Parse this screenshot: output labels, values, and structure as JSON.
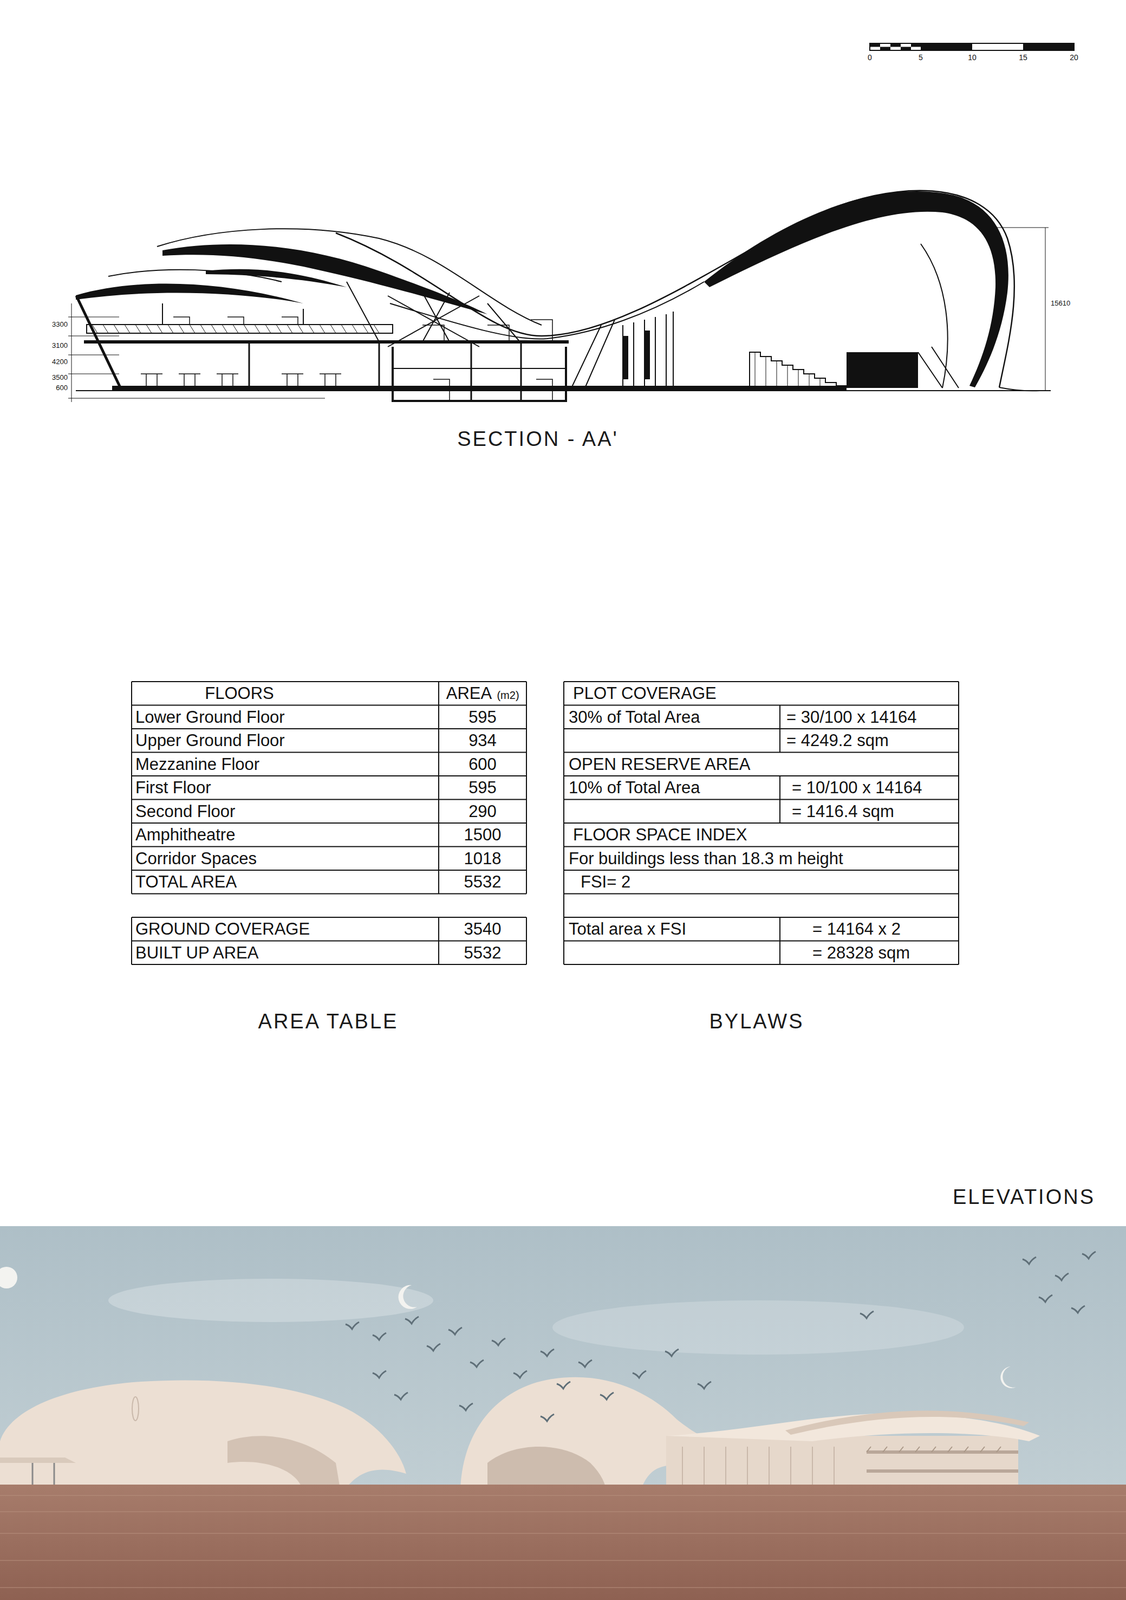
{
  "diagram": {
    "labels": [
      "0",
      "5",
      "10",
      "15",
      "20",
      "3300",
      "3100",
      "4200",
      "3500",
      "600",
      "15610",
      "SECTION - AA'",
      "FLOORS",
      "AREA",
      "(m2)",
      "Lower Ground Floor",
      "595",
      "Upper Ground Floor",
      "934",
      "Mezzanine Floor",
      "600",
      "First Floor",
      "595",
      "Second Floor",
      "290",
      "Amphitheatre",
      "1500",
      "Corridor Spaces",
      "1018",
      "TOTAL AREA",
      "5532",
      "GROUND COVERAGE",
      "3540",
      "BUILT UP AREA",
      "5532",
      "AREA TABLE",
      "PLOT COVERAGE",
      "30% of Total Area",
      "= 30/100 x 14164",
      "= 4249.2 sqm",
      "OPEN RESERVE AREA",
      "10% of Total Area",
      "= 10/100 x 14164",
      "= 1416.4 sqm",
      "FLOOR SPACE INDEX",
      "For buildings less than 18.3 m height",
      "FSI= 2",
      "Total area x FSI",
      "= 14164 x 2",
      "= 28328 sqm",
      "BYLAWS",
      "ELEVATIONS"
    ]
  }
}
